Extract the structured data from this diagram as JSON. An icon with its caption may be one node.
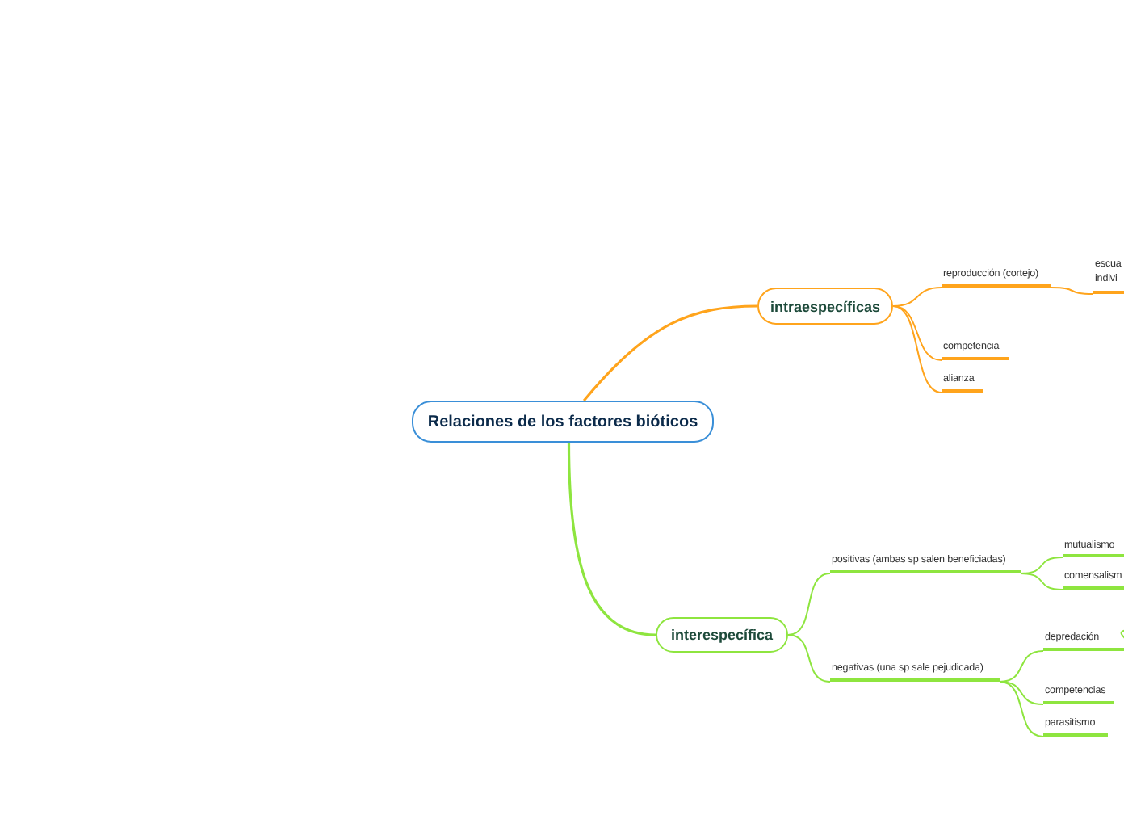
{
  "diagram": {
    "nodes": [
      {
        "text": [
          "Relaciones de los factores bióticos"
        ]
      },
      {
        "text": [
          "intraespecíficas"
        ]
      },
      {
        "text": [
          "reproducción (cortejo)"
        ]
      },
      {
        "text": [
          "escua indivi"
        ]
      },
      {
        "text": [
          "competencia"
        ]
      },
      {
        "text": [
          "alianza"
        ]
      },
      {
        "text": [
          "interespecífica"
        ]
      },
      {
        "text": [
          "positivas (ambas sp salen beneficiadas)"
        ]
      },
      {
        "text": [
          "mutualismo"
        ]
      },
      {
        "text": [
          "comensalism"
        ]
      },
      {
        "text": [
          "negativas (una sp sale pejudicada)"
        ]
      },
      {
        "text": [
          "depredación"
        ]
      },
      {
        "text": [
          "competencias"
        ]
      },
      {
        "text": [
          "parasitismo"
        ]
      }
    ],
    "edges": [
      {
        "from": 0,
        "to": 1,
        "arrow": "none",
        "color": "#ffa41c"
      },
      {
        "from": 1,
        "to": 2,
        "arrow": "none",
        "color": "#ffa41c"
      },
      {
        "from": 2,
        "to": 3,
        "arrow": "none",
        "color": "#ffa41c"
      },
      {
        "from": 1,
        "to": 4,
        "arrow": "none",
        "color": "#ffa41c"
      },
      {
        "from": 1,
        "to": 5,
        "arrow": "none",
        "color": "#ffa41c"
      },
      {
        "from": 0,
        "to": 6,
        "arrow": "none"
      },
      {
        "from": 6,
        "to": 7,
        "arrow": "none"
      },
      {
        "from": 7,
        "to": 8,
        "arrow": "none"
      },
      {
        "from": 7,
        "to": 9,
        "arrow": "none"
      },
      {
        "from": 6,
        "to": 10,
        "arrow": "none"
      },
      {
        "from": 10,
        "to": 11,
        "arrow": "none"
      },
      {
        "from": 11,
        "to": null,
        "arrow": "none"
      },
      {
        "from": 10,
        "to": 12,
        "arrow": "none"
      },
      {
        "from": 10,
        "to": 13,
        "arrow": "none"
      }
    ]
  }
}
